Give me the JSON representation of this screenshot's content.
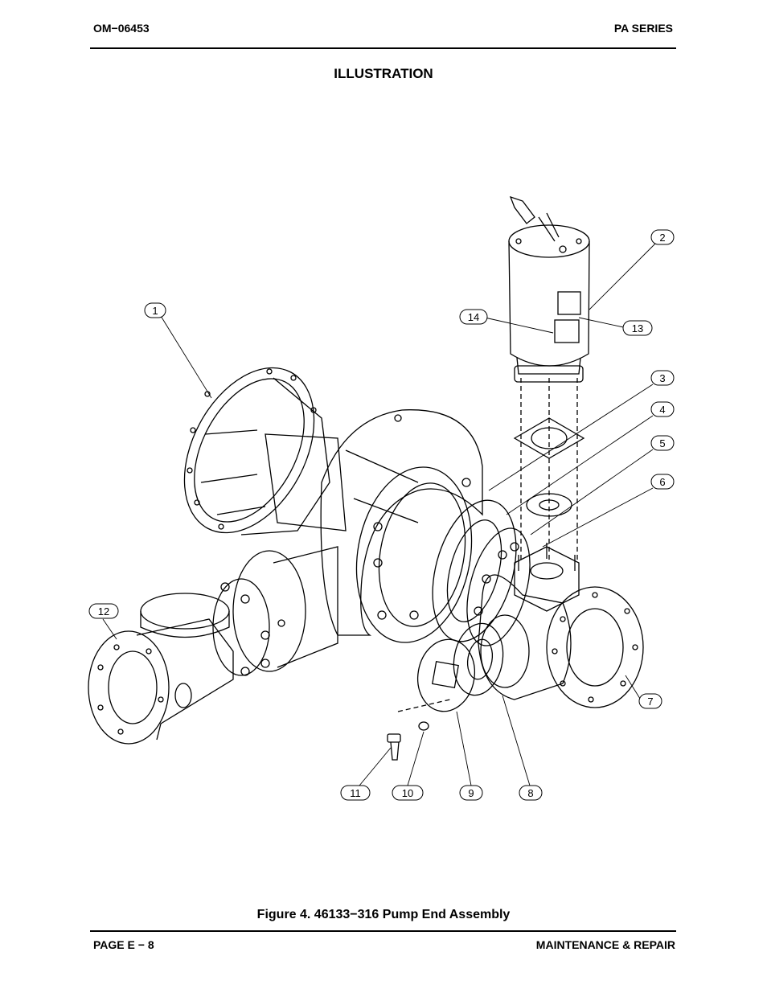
{
  "header": {
    "doc_number": "OM−06453",
    "series": "PA SERIES"
  },
  "section_title": "ILLUSTRATION",
  "figure": {
    "caption": "Figure 4. 46133−316 Pump End Assembly",
    "callouts": [
      "1",
      "2",
      "3",
      "4",
      "5",
      "6",
      "7",
      "8",
      "9",
      "10",
      "11",
      "12",
      "13",
      "14"
    ]
  },
  "footer": {
    "page": "PAGE E − 8",
    "section": "MAINTENANCE & REPAIR"
  }
}
